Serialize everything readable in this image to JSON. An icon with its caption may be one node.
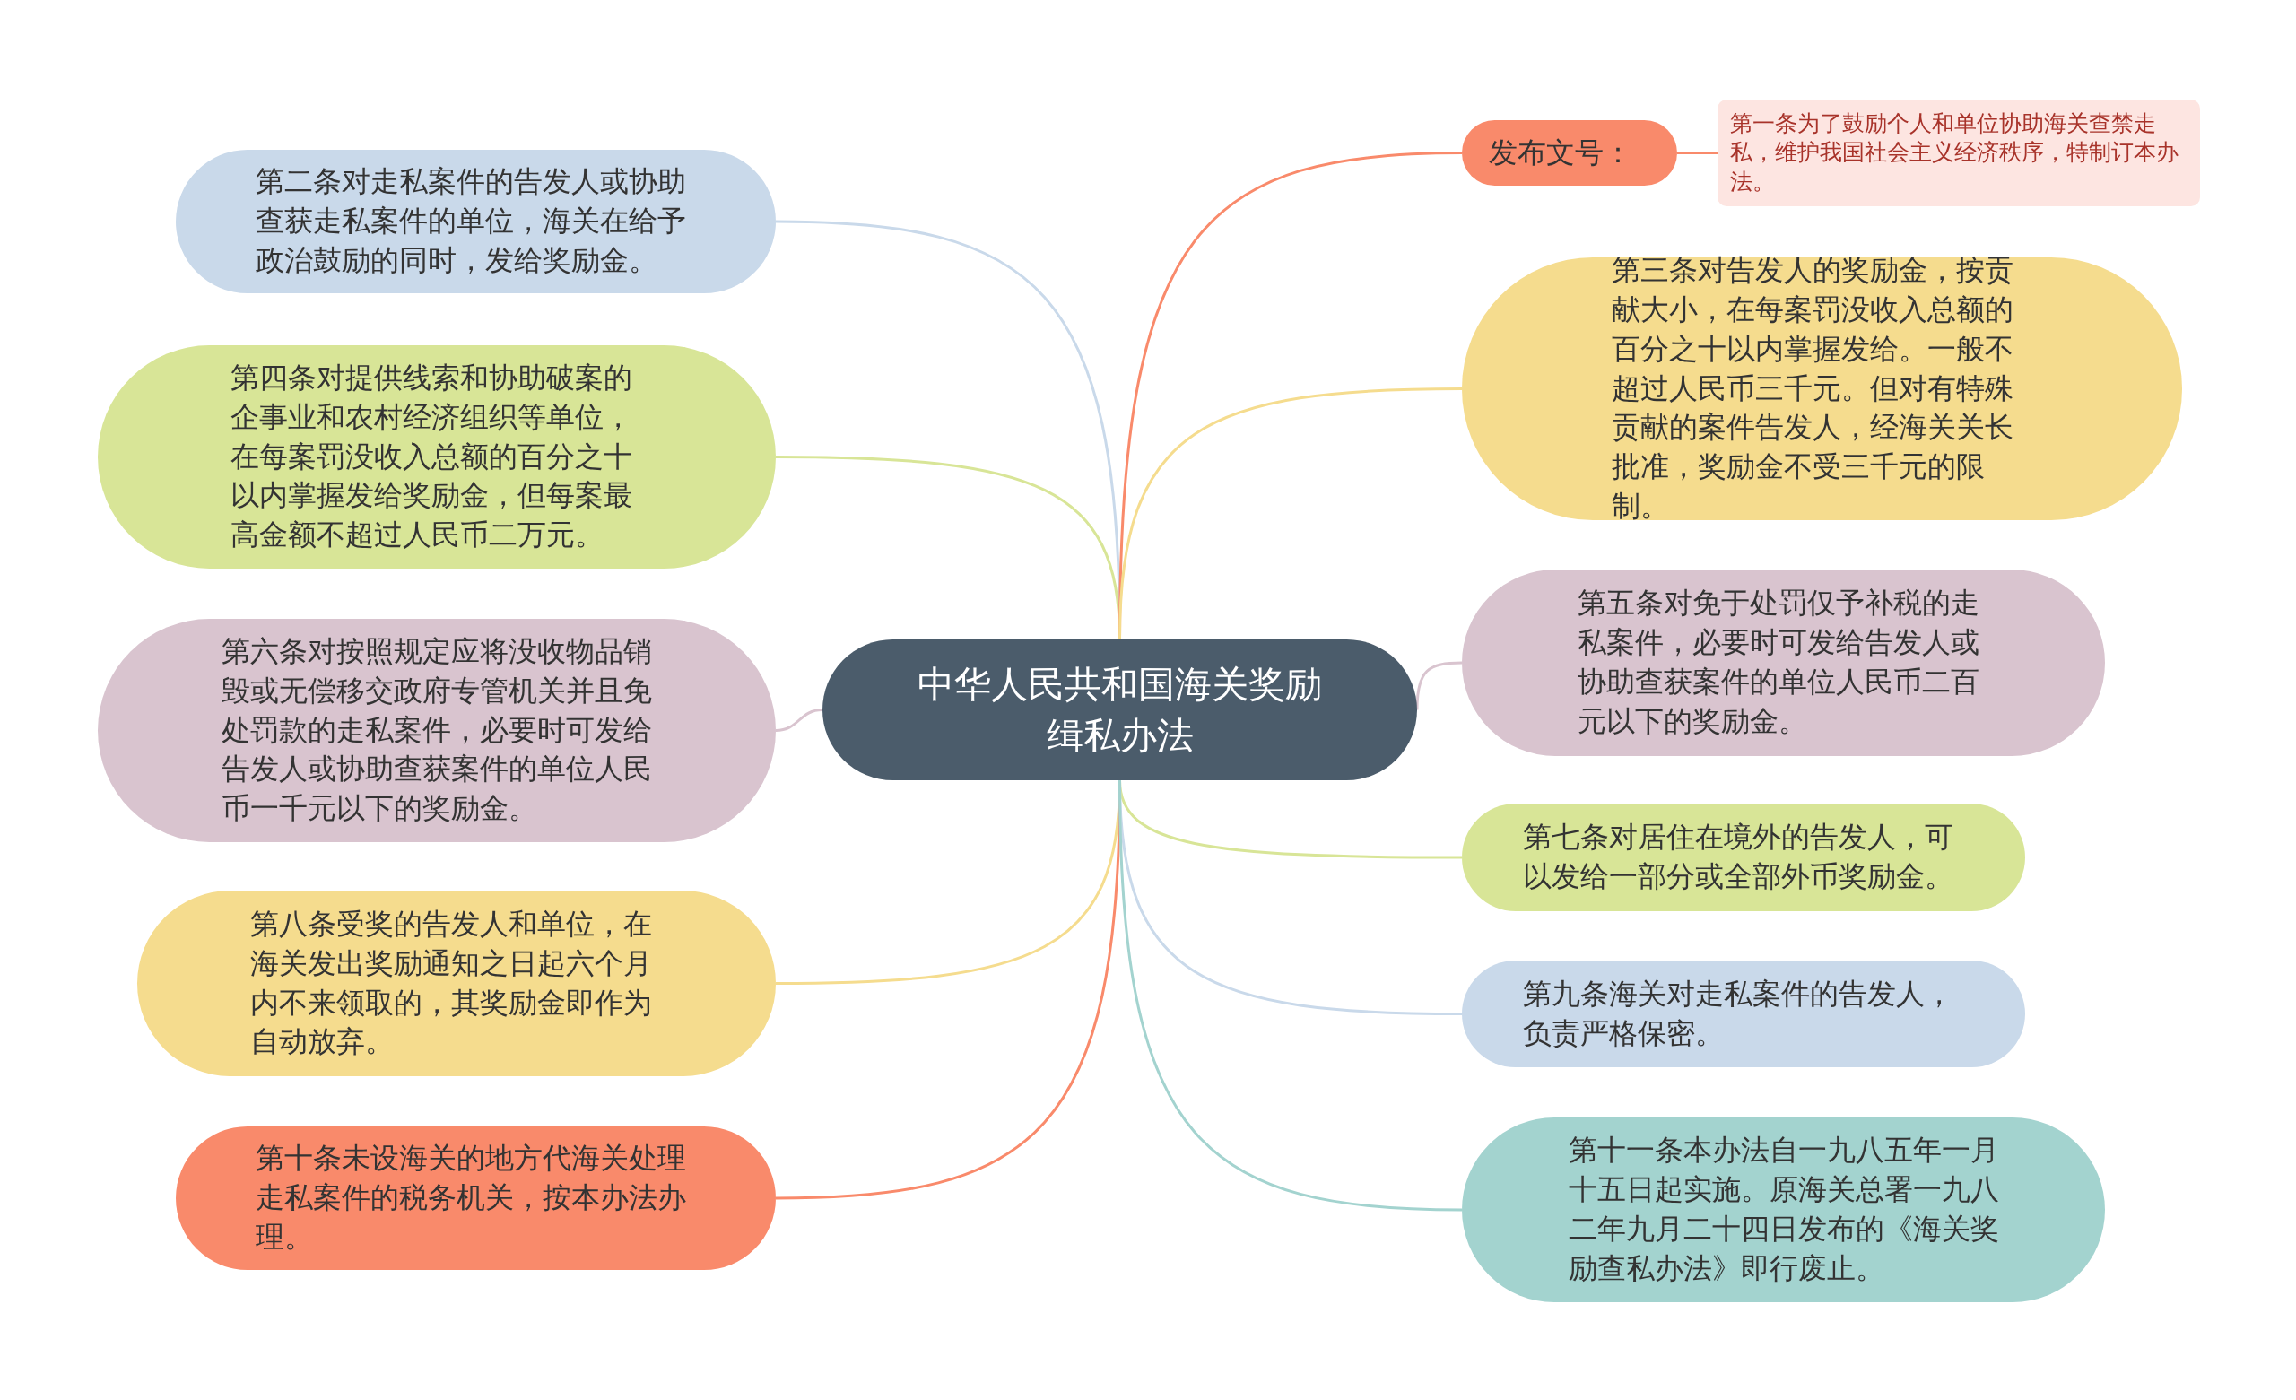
{
  "diagram": {
    "nodes": [
      {
        "text": [
          "中华人民共和国海关奖励缉私办法"
        ]
      },
      {
        "text": [
          "第二条对走私案件的告发人或协助查获走私案件的单位，海关在给予政治鼓励的同时，发给奖励金。"
        ]
      },
      {
        "text": [
          "第四条对提供线索和协助破案的企事业和农村经济组织等单位，在每案罚没收入总额的百分之十以内掌握发给奖励金，但每案最高金额不超过人民币二万元。"
        ]
      },
      {
        "text": [
          "第六条对按照规定应将没收物品销毁或无偿移交政府专管机关并且免处罚款的走私案件，必要时可发给告发人或协助查获案件的单位人民币一千元以下的奖励金。"
        ]
      },
      {
        "text": [
          "第八条受奖的告发人和单位，在海关发出奖励通知之日起六个月内不来领取的，其奖励金即作为自动放弃。"
        ]
      },
      {
        "text": [
          "第十条未设海关的地方代海关处理走私案件的税务机关，按本办法办理。"
        ]
      },
      {
        "text": [
          "发布文号："
        ]
      },
      {
        "text": [
          "第一条为了鼓励个人和单位协助海关查禁走私，维护我国社会主义经济秩序，特制订本办法。"
        ]
      },
      {
        "text": [
          "第三条对告发人的奖励金，按贡献大小，在每案罚没收入总额的百分之十以内掌握发给。一般不超过人民币三千元。但对有特殊贡献的案件告发人，经海关关长批准，奖励金不受三千元的限制。"
        ]
      },
      {
        "text": [
          "第五条对免于处罚仅予补税的走私案件，必要时可发给告发人或协助查获案件的单位人民币二百元以下的奖励金。"
        ]
      },
      {
        "text": [
          "第七条对居住在境外的告发人，可以发给一部分或全部外币奖励金。"
        ]
      },
      {
        "text": [
          "第九条海关对走私案件的告发人，负责严格保密。"
        ]
      },
      {
        "text": [
          "第十一条本办法自一九八五年一月十五日起实施。原海关总署一九八二年九月二十四日发布的《海关奖励查私办法》即行废止。"
        ]
      }
    ],
    "edges": [
      {
        "from": 0,
        "to": 1,
        "arrow": "none",
        "color": "#c9d9ea"
      },
      {
        "from": 0,
        "to": 2,
        "arrow": "none",
        "color": "#d8e597"
      },
      {
        "from": 0,
        "to": 3,
        "arrow": "none",
        "color": "#d9c4cf"
      },
      {
        "from": 0,
        "to": 4,
        "arrow": "none",
        "color": "#f5dc8e"
      },
      {
        "from": 0,
        "to": 5,
        "arrow": "none",
        "color": "#f98a6b"
      },
      {
        "from": 0,
        "to": 6,
        "arrow": "none",
        "color": "#f98a6b"
      },
      {
        "from": 6,
        "to": 7,
        "arrow": "none",
        "color": "#f98a6b"
      },
      {
        "from": 0,
        "to": 8,
        "arrow": "none",
        "color": "#f5dc8e"
      },
      {
        "from": 0,
        "to": 9,
        "arrow": "none",
        "color": "#d9c4cf"
      },
      {
        "from": 0,
        "to": 10,
        "arrow": "none",
        "color": "#d8e597"
      },
      {
        "from": 0,
        "to": 11,
        "arrow": "none",
        "color": "#c9d9ea"
      },
      {
        "from": 0,
        "to": 12,
        "arrow": "none",
        "color": "#a3d3cf"
      }
    ]
  }
}
